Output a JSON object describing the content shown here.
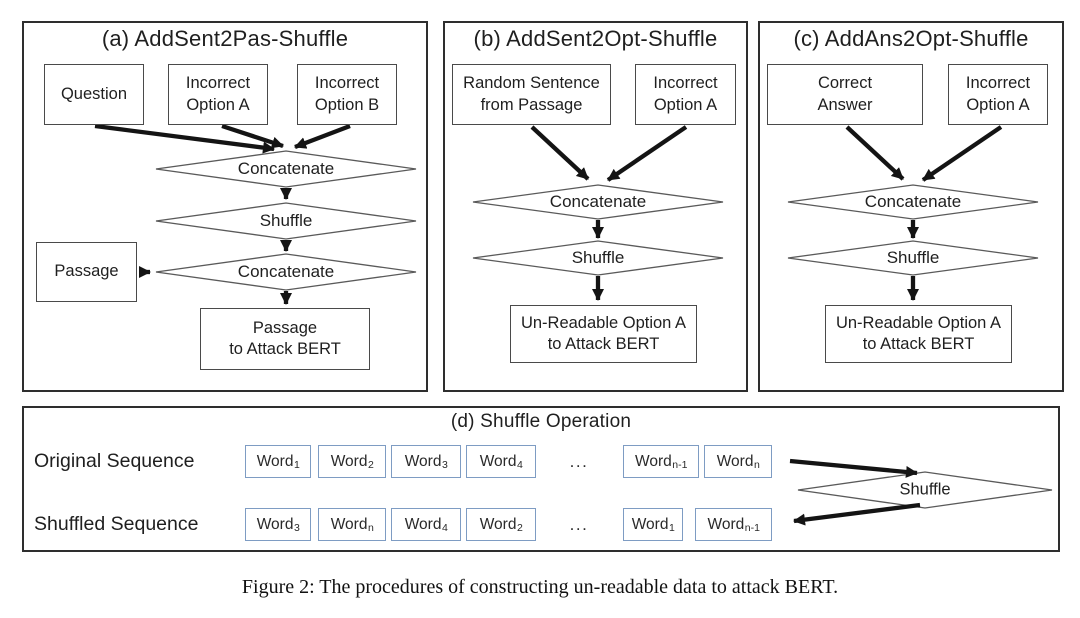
{
  "figure": {
    "caption": "Figure 2: The procedures of constructing un-readable data to attack BERT."
  },
  "colors": {
    "panel_border": "#2e2e2e",
    "node_border": "#4a4a4a",
    "diamond_stroke": "#5a5a5a",
    "arrow": "#141414",
    "word_box_border": "#7e9cc3",
    "text": "#1f1f1f"
  },
  "panel_a": {
    "title": "(a) AddSent2Pas-Shuffle",
    "box_question": "Question",
    "box_incorrect_option_a": "Incorrect\nOption A",
    "box_incorrect_option_b": "Incorrect\nOption B",
    "diamond_concatenate_1": "Concatenate",
    "diamond_shuffle": "Shuffle",
    "box_passage": "Passage",
    "diamond_concatenate_2": "Concatenate",
    "box_output": "Passage\nto Attack BERT"
  },
  "panel_b": {
    "title": "(b) AddSent2Opt-Shuffle",
    "box_random_sentence": "Random Sentence\nfrom Passage",
    "box_incorrect_option_a": "Incorrect\nOption A",
    "diamond_concatenate": "Concatenate",
    "diamond_shuffle": "Shuffle",
    "box_output": "Un-Readable Option A\nto Attack BERT"
  },
  "panel_c": {
    "title": "(c) AddAns2Opt-Shuffle",
    "box_correct_answer": "Correct\nAnswer",
    "box_incorrect_option_a": "Incorrect\nOption A",
    "diamond_concatenate": "Concatenate",
    "diamond_shuffle": "Shuffle",
    "box_output": "Un-Readable Option A\nto Attack BERT"
  },
  "panel_d": {
    "title": "(d) Shuffle Operation",
    "original_label": "Original Sequence",
    "shuffled_label": "Shuffled Sequence",
    "ellipsis": "...",
    "diamond_shuffle": "Shuffle",
    "original": [
      {
        "base": "Word",
        "sub": "1"
      },
      {
        "base": "Word",
        "sub": "2"
      },
      {
        "base": "Word",
        "sub": "3"
      },
      {
        "base": "Word",
        "sub": "4"
      },
      {
        "base": "Word",
        "sub": "n-1"
      },
      {
        "base": "Word",
        "sub": "n"
      }
    ],
    "shuffled": [
      {
        "base": "Word",
        "sub": "3"
      },
      {
        "base": "Word",
        "sub": "n"
      },
      {
        "base": "Word",
        "sub": "4"
      },
      {
        "base": "Word",
        "sub": "2"
      },
      {
        "base": "Word",
        "sub": "1"
      },
      {
        "base": "Word",
        "sub": "n-1"
      }
    ]
  }
}
